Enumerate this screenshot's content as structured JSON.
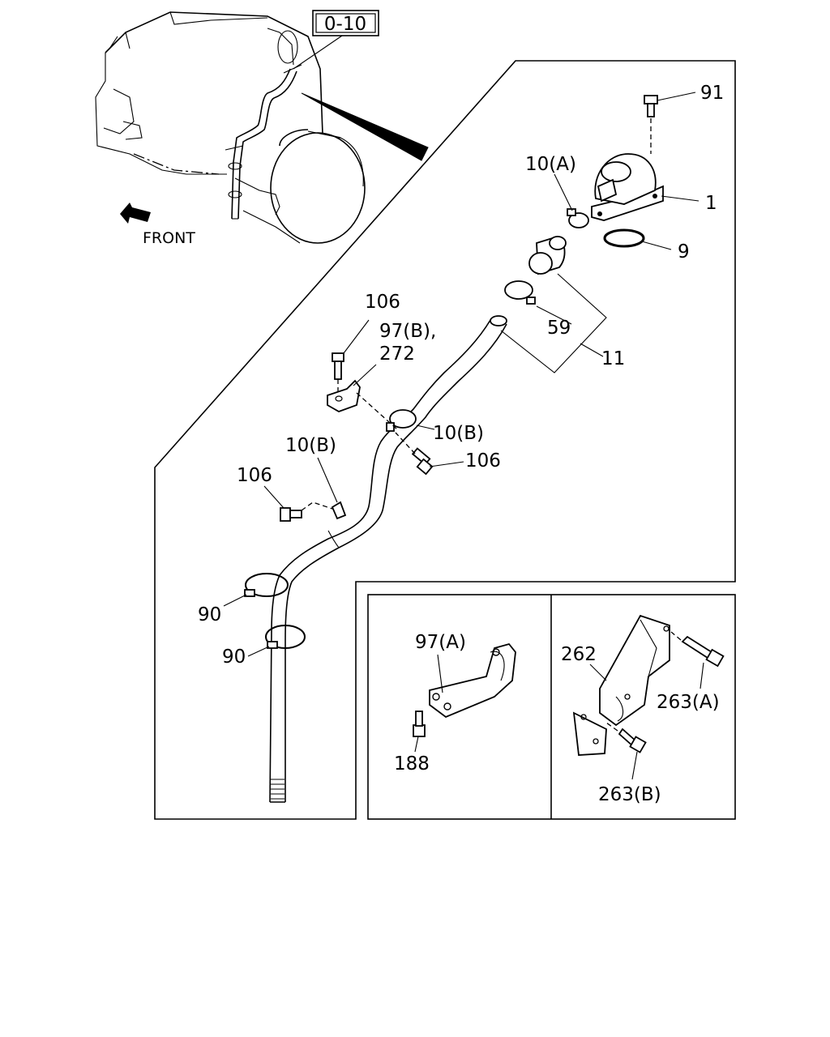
{
  "overview": {
    "ref_box": "0-10",
    "front_label": "FRONT"
  },
  "callouts": {
    "c91": "91",
    "c1": "1",
    "c10a": "10(A)",
    "c9": "9",
    "c59": "59",
    "c11": "11",
    "c106_top": "106",
    "c97b": "97(B),",
    "c272": "272",
    "c10b_right": "10(B)",
    "c106_right": "106",
    "c10b_left": "10(B)",
    "c106_left": "106",
    "c90_upper": "90",
    "c90_lower": "90"
  },
  "inset_left": {
    "c97a": "97(A)",
    "c188": "188"
  },
  "inset_right": {
    "c262": "262",
    "c263a": "263(A)",
    "c263b": "263(B)"
  },
  "icons": [
    "front-arrow-icon"
  ]
}
